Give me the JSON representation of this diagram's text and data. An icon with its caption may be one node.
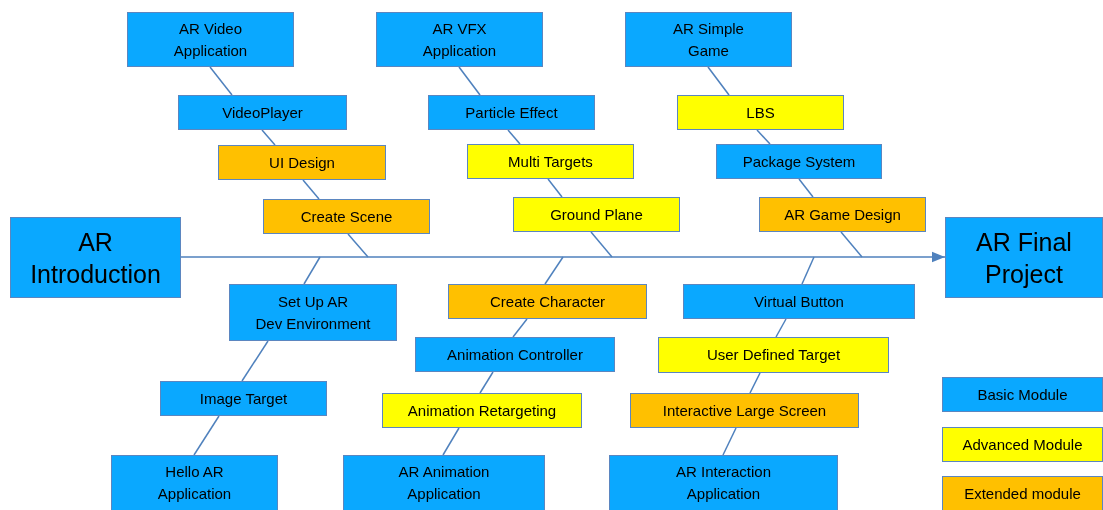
{
  "diagram": {
    "nodes": [
      {
        "text": [
          "AR Video Application"
        ]
      },
      {
        "text": [
          "AR VFX Application"
        ]
      },
      {
        "text": [
          "AR Simple Game"
        ]
      },
      {
        "text": [
          "VideoPlayer"
        ]
      },
      {
        "text": [
          "Particle Effect"
        ]
      },
      {
        "text": [
          "LBS"
        ]
      },
      {
        "text": [
          "UI Design"
        ]
      },
      {
        "text": [
          "Multi Targets"
        ]
      },
      {
        "text": [
          "Package System"
        ]
      },
      {
        "text": [
          "Create Scene"
        ]
      },
      {
        "text": [
          "Ground Plane"
        ]
      },
      {
        "text": [
          "AR Game Design"
        ]
      },
      {
        "text": [
          "AR Introduction"
        ]
      },
      {
        "text": [
          "AR Final Project"
        ]
      },
      {
        "text": [
          "Set Up AR Dev Environment"
        ]
      },
      {
        "text": [
          "Create Character"
        ]
      },
      {
        "text": [
          "Virtual Button"
        ]
      },
      {
        "text": [
          "Animation Controller"
        ]
      },
      {
        "text": [
          "User Defined Target"
        ]
      },
      {
        "text": [
          "Image Target"
        ]
      },
      {
        "text": [
          "Animation Retargeting"
        ]
      },
      {
        "text": [
          "Interactive Large Screen"
        ]
      },
      {
        "text": [
          "Hello AR Application"
        ]
      },
      {
        "text": [
          "AR Animation Application"
        ]
      },
      {
        "text": [
          "AR Interaction Application"
        ]
      }
    ],
    "edges": [
      {
        "from": 12,
        "to": 13,
        "arrow": "to"
      },
      {
        "from": 0,
        "to": 3,
        "arrow": "none"
      },
      {
        "from": 3,
        "to": 6,
        "arrow": "none"
      },
      {
        "from": 6,
        "to": 9,
        "arrow": "none"
      },
      {
        "from": 9,
        "to": null,
        "arrow": "none"
      },
      {
        "from": 1,
        "to": 4,
        "arrow": "none"
      },
      {
        "from": 4,
        "to": 7,
        "arrow": "none"
      },
      {
        "from": 7,
        "to": 10,
        "arrow": "none"
      },
      {
        "from": 10,
        "to": null,
        "arrow": "none"
      },
      {
        "from": 2,
        "to": 5,
        "arrow": "none"
      },
      {
        "from": 5,
        "to": 8,
        "arrow": "none"
      },
      {
        "from": 8,
        "to": 11,
        "arrow": "none"
      },
      {
        "from": 11,
        "to": null,
        "arrow": "none"
      },
      {
        "from": 22,
        "to": 19,
        "arrow": "none"
      },
      {
        "from": 19,
        "to": 14,
        "arrow": "none"
      },
      {
        "from": 14,
        "to": null,
        "arrow": "none"
      },
      {
        "from": 23,
        "to": 20,
        "arrow": "none"
      },
      {
        "from": 20,
        "to": 17,
        "arrow": "none"
      },
      {
        "from": 17,
        "to": 15,
        "arrow": "none"
      },
      {
        "from": 15,
        "to": null,
        "arrow": "none"
      },
      {
        "from": 24,
        "to": 21,
        "arrow": "none"
      },
      {
        "from": 21,
        "to": 18,
        "arrow": "none"
      },
      {
        "from": 18,
        "to": 16,
        "arrow": "none"
      },
      {
        "from": 16,
        "to": null,
        "arrow": "none"
      }
    ],
    "legend": [
      {
        "text": "Basic Module",
        "color": "#0aa8ff"
      },
      {
        "text": "Advanced Module",
        "color": "#ffff00"
      },
      {
        "text": "Extended module",
        "color": "#ffc000"
      }
    ]
  }
}
